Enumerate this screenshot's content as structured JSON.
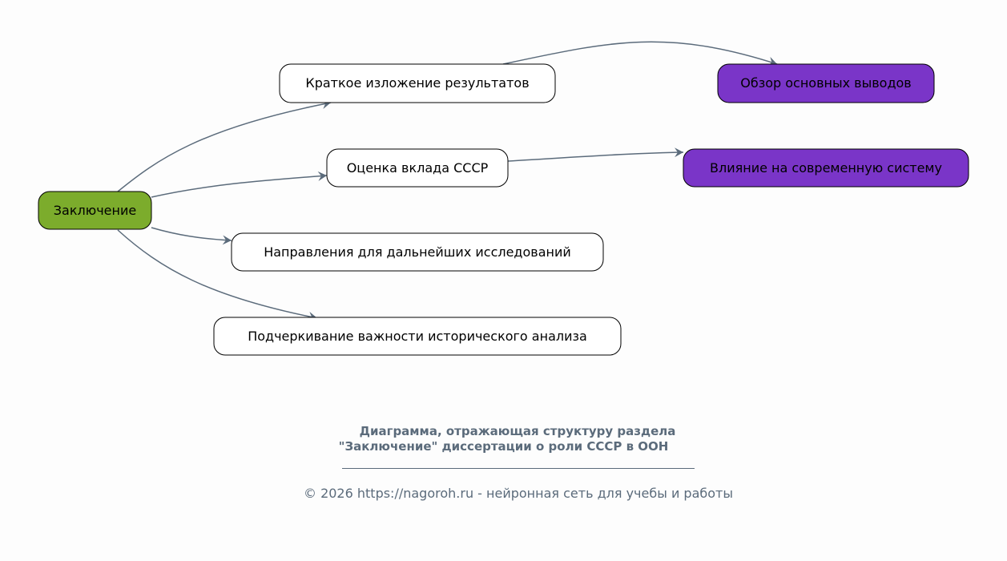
{
  "diagram": {
    "root": {
      "label": "Заключение",
      "color": "#7cac2c"
    },
    "children": [
      {
        "label": "Краткое изложение результатов"
      },
      {
        "label": "Оценка вклада СССР"
      },
      {
        "label": "Направления для дальнейших исследований"
      },
      {
        "label": "Подчеркивание важности исторического анализа"
      }
    ],
    "leaves": [
      {
        "label": "Обзор основных выводов",
        "parent": "Краткое изложение результатов",
        "color": "#7a35c8"
      },
      {
        "label": "Влияние на современную систему",
        "parent": "Оценка вклада СССР",
        "color": "#7a35c8"
      }
    ],
    "edge_color": "#5b6b7b"
  },
  "caption": {
    "line1": "Диаграмма, отражающая структуру раздела",
    "line2": "\"Заключение\" диссертации о роли СССР в ООН"
  },
  "footer": "© 2026 https://nagoroh.ru - нейронная сеть для учебы и работы"
}
